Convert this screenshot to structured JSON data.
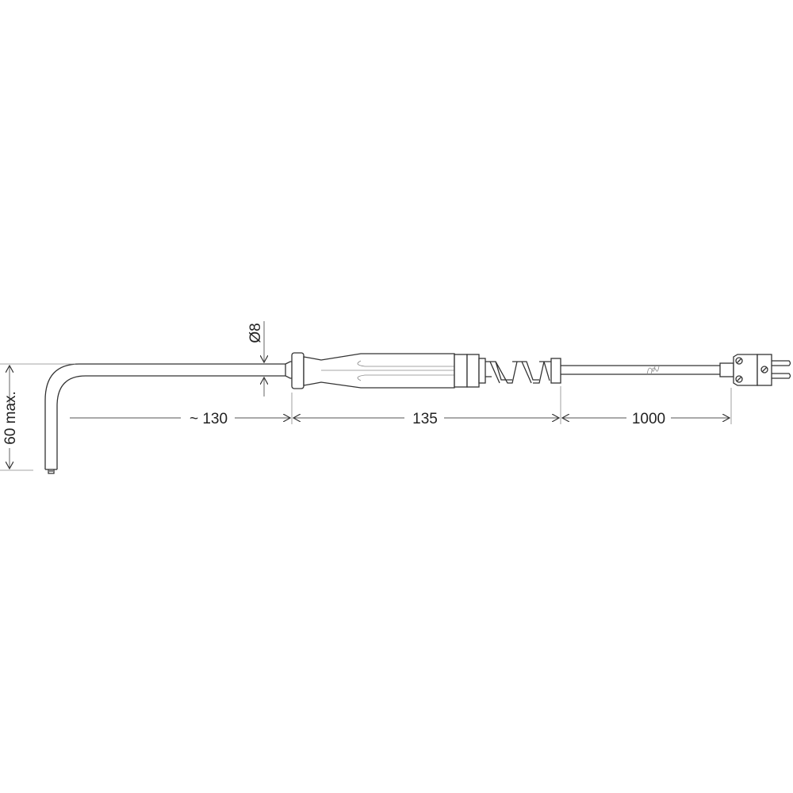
{
  "dimensions": {
    "height": "60 max.",
    "diameter": "Ø8",
    "probe_length": "~ 130",
    "handle_length": "135",
    "cable_length": "1000"
  },
  "colors": {
    "line": "#333333",
    "background": "#ffffff"
  }
}
